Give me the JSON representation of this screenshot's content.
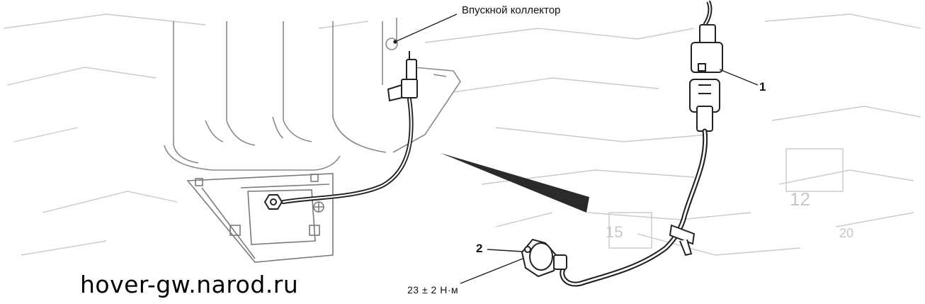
{
  "labels": {
    "intake_manifold": "Впускной коллектор",
    "callout_1": "1",
    "callout_2": "2",
    "torque_spec": "23 ± 2 Н·м",
    "watermark_url": "hover-gw.narod.ru"
  },
  "colors": {
    "line": "#222222",
    "ghost": "#c4c4c4",
    "wedge": "#2a2a2a"
  }
}
